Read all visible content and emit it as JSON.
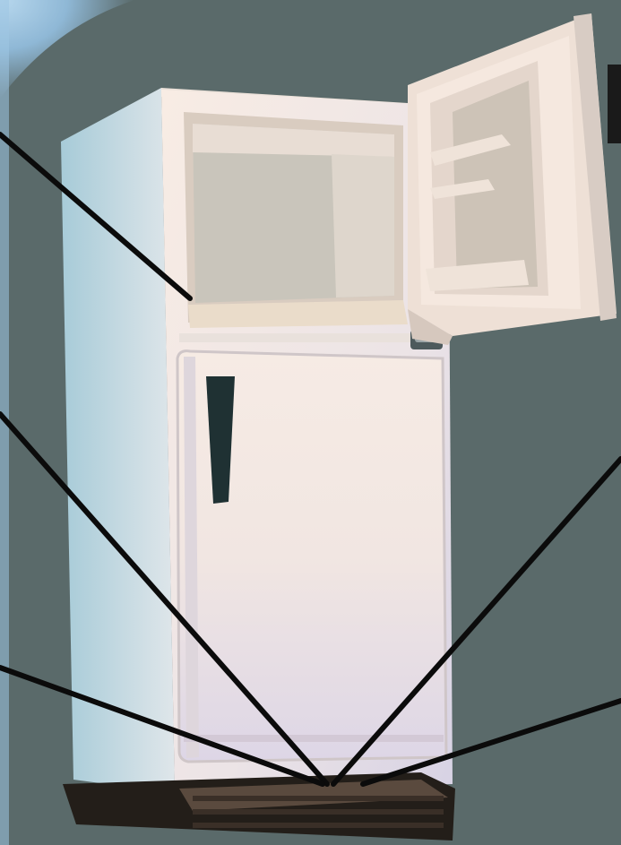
{
  "diagram": {
    "subject": "refrigerator-with-open-freezer-door",
    "colors": {
      "background": "#5a6a6a",
      "corner_glow": "#9ec6e4",
      "cabinet_light": "#f7ece4",
      "cabinet_shadow": "#cfdde2",
      "interior": "#c9c5bb",
      "door_panel": "#f2e4dc",
      "handle": "#1f3133",
      "base": "#231e19",
      "grille": "#4a3c33",
      "leader_line": "#0b0b0b"
    },
    "leader_lines": [
      {
        "id": "freezer-compartment-line",
        "target": "freezer-compartment"
      },
      {
        "id": "line-to-base-from-left-upper",
        "target": "base-grille"
      },
      {
        "id": "line-to-base-from-left-lower",
        "target": "base-grille"
      },
      {
        "id": "line-to-base-from-right-upper",
        "target": "base-grille"
      },
      {
        "id": "line-to-base-from-right-lower",
        "target": "base-grille"
      }
    ]
  }
}
